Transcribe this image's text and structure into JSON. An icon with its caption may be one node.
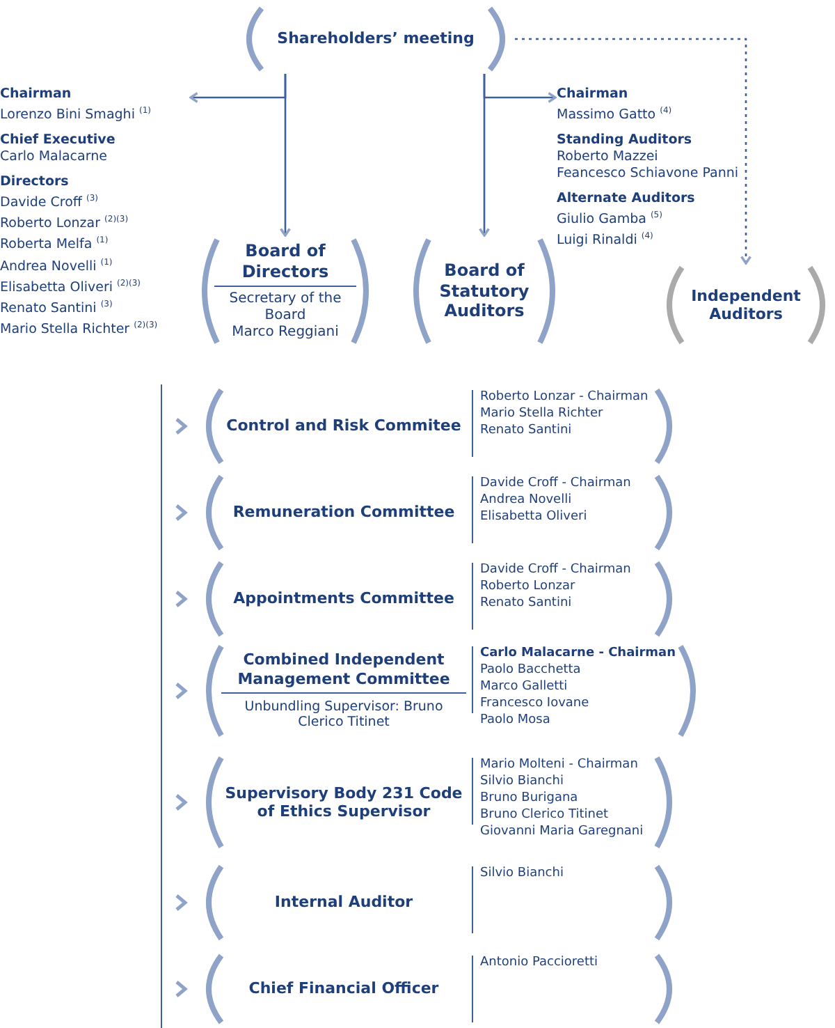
{
  "diagram": {
    "nodes": [
      {
        "text": [
          "Shareholders’ meeting"
        ]
      },
      {
        "text": [
          "Board of Directors",
          "Secretary of the Board",
          "Marco Reggiani"
        ]
      },
      {
        "text": [
          "Board of Statutory Auditors"
        ]
      },
      {
        "text": [
          "Independent Auditors"
        ]
      },
      {
        "text": [
          "Chairman",
          "Lorenzo Bini Smaghi $^{(1)}$",
          "Chief Executive",
          "Carlo Malacarne",
          "Directors",
          "Davide Croff $^{(3)}$",
          "Roberto Lonzar $^{(2)(3)}$",
          "Roberta Melfa $^{(1)}$",
          "Andrea Novelli $^{(1)}$",
          "Elisabetta Oliveri $^{(2)(3)}$",
          "Renato Santini $^{(3)}$",
          "Mario Stella Richter $^{(2)(3)}$"
        ]
      },
      {
        "text": [
          "Chairman",
          "Massimo Gatto $^{(4)}$",
          "Standing Auditors",
          "Roberto Mazzei",
          "Feancesco Schiavone Panni",
          "Alternate Auditors",
          "Giulio Gamba $^{(5)}$",
          "Luigi Rinaldi $^{(4)}$"
        ]
      },
      {
        "text": [
          "Control and Risk Commitee",
          "Roberto Lonzar - Chairman",
          "Mario Stella Richter",
          "Renato Santini"
        ]
      },
      {
        "text": [
          "Remuneration Committee",
          "Davide Croff - Chairman",
          "Andrea Novelli",
          "Elisabetta Oliveri"
        ]
      },
      {
        "text": [
          "Appointments Committee",
          "Davide Croff - Chairman",
          "Roberto Lonzar",
          "Renato Santini"
        ]
      },
      {
        "text": [
          "Combined Independent Management Committee",
          "Unbundling Supervisor: Bruno Clerico Titinet",
          "Carlo Malacarne - Chairman",
          "Paolo Bacchetta",
          "Marco Galletti",
          "Francesco Iovane",
          "Paolo Mosa"
        ]
      },
      {
        "text": [
          "Supervisory Body 231 Code of Ethics Supervisor",
          "Mario Molteni - Chairman",
          "Silvio Bianchi",
          "Bruno Burigana",
          "Bruno Clerico Titinet",
          "Giovanni Maria Garegnani"
        ]
      },
      {
        "text": [
          "Internal Auditor",
          "Silvio Bianchi"
        ]
      },
      {
        "text": [
          "Chief Financial Officer",
          "Antonio Paccioretti"
        ]
      }
    ],
    "edges": [
      {
        "from": 0,
        "to": 1,
        "arrow": "to"
      },
      {
        "from": 0,
        "to": 2,
        "arrow": "to"
      },
      {
        "from": 0,
        "to": 3,
        "arrow": "to",
        "style": "dashed"
      },
      {
        "from": 0,
        "to": 4,
        "arrow": "to"
      },
      {
        "from": 0,
        "to": 5,
        "arrow": "to"
      }
    ]
  }
}
